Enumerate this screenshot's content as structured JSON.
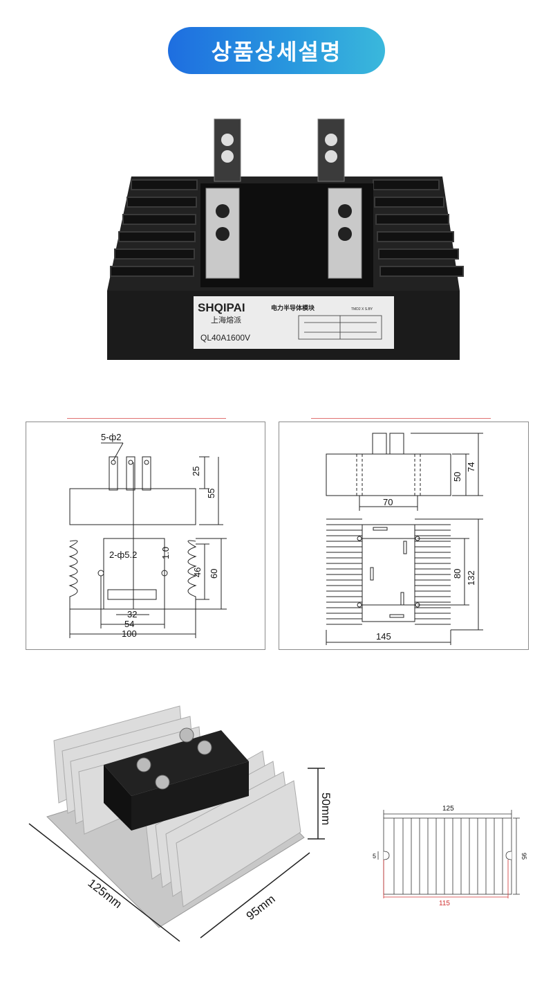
{
  "header": {
    "title": "상품상세설명"
  },
  "product_label": {
    "brand": "SHQIPAI",
    "subtitle_cn": "电力半导体模块",
    "maker_cn": "上海熔派",
    "model": "QL40A1600V",
    "small_code": "TMD2 X S.BY"
  },
  "drawing_left": {
    "hole_callout_top": "5-ф2",
    "dim_25": "25",
    "dim_55": "55",
    "hole_callout_mount": "2-ф5.2",
    "dim_1_0": "1.0",
    "dim_46": "46",
    "dim_60": "60",
    "dim_32": "32",
    "dim_54": "54",
    "dim_100": "100"
  },
  "drawing_right": {
    "dim_50": "50",
    "dim_74": "74",
    "dim_70": "70",
    "dim_80": "80",
    "dim_132": "132",
    "dim_145": "145"
  },
  "heatsink_photo": {
    "dim_height": "50mm",
    "dim_length": "125mm",
    "dim_width": "95mm"
  },
  "heatsink_drawing": {
    "dim_top": "125",
    "dim_side": "95",
    "dim_slot": "5",
    "dim_bottom": "115"
  },
  "colors": {
    "pill_start": "#1e6ee0",
    "pill_end": "#3ab8dc",
    "red_accent": "#e07070"
  }
}
